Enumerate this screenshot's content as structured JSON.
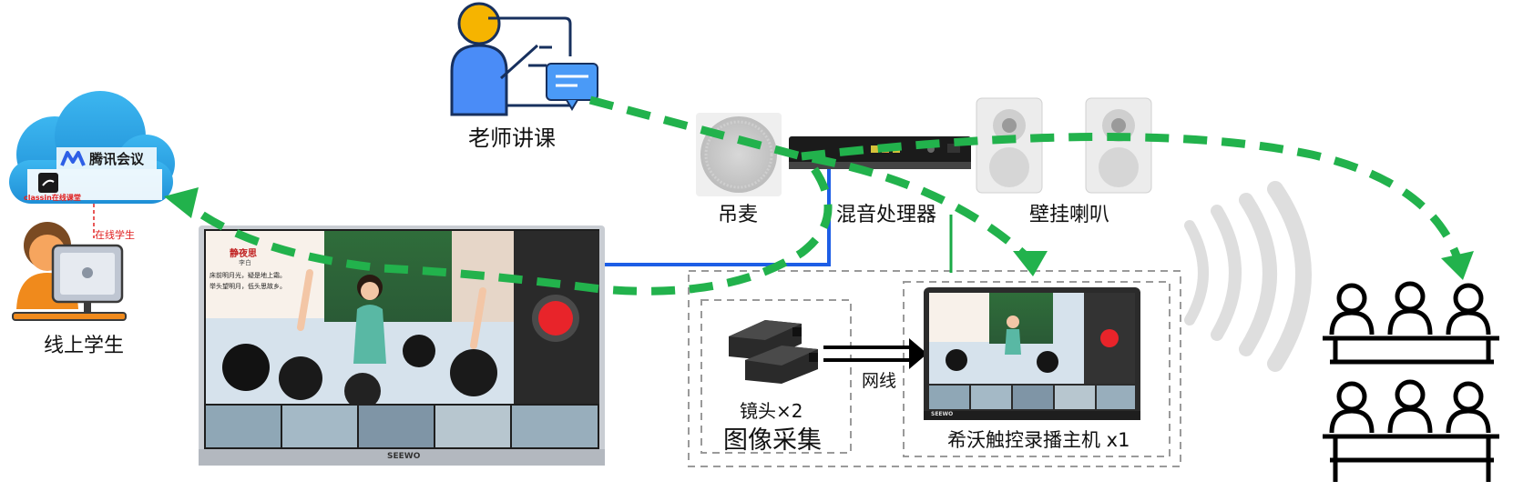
{
  "labels": {
    "teacher": "老师讲课",
    "online_student": "线上学生",
    "online_student_tag": "在线学生",
    "tencent_meeting": "腾讯会议",
    "classin": "classin在线课堂",
    "hanging_mic": "吊麦",
    "mixer": "混音处理器",
    "wall_speaker": "壁挂喇叭",
    "lens": "镜头×2",
    "image_capture": "图像采集",
    "network_cable": "网线",
    "recorder_host": "希沃触控录播主机 x1"
  },
  "screen": {
    "brand": "SEEWO",
    "poem_title": "静夜思",
    "poem_author": "李白",
    "poem_line1": "床前明月光，疑是地上霜。",
    "poem_line2": "举头望明月，低头思故乡。"
  },
  "colors": {
    "flow_arrow": "#22b24c",
    "cable_blue": "#1d5ee6",
    "connector_green": "#1aaa46",
    "cloud": "#29a8e8",
    "teacher_head": "#f6b400",
    "teacher_body": "#4a8cf7",
    "record_button": "#e8242a"
  }
}
